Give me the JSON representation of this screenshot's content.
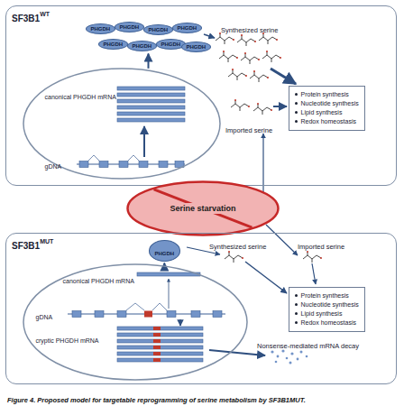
{
  "diagram": {
    "caption": "Figure 4. Proposed model for targetable reprogramming of serine metabolism by SF3B1MUT.",
    "nodes": [
      {
        "text": [
          "SF3B1",
          "WT"
        ]
      },
      {
        "text": [
          "PHGDH",
          "PHGDH",
          "PHGDH",
          "PHGDH",
          "PHGDH",
          "PHGDH",
          "PHGDH",
          "PHGDH"
        ],
        "in": 0
      },
      {
        "text": [
          "canonical PHGDH mRNA",
          "gDNA"
        ],
        "in": 0
      },
      {
        "text": [
          "Protein synthesis",
          "Nucleotide synthesis",
          "Lipid synthesis",
          "Redox homeostasis"
        ],
        "in": 0
      },
      {
        "text": [
          "Serine starvation"
        ]
      },
      {
        "text": [
          "SF3B1",
          "MUT"
        ]
      },
      {
        "text": [
          "PHGDH"
        ],
        "in": 5
      },
      {
        "text": [
          "canonical PHGDH mRNA",
          "gDNA",
          "cryptic PHGDH mRNA"
        ],
        "in": 5
      },
      {
        "text": [
          "Protein synthesis",
          "Nucleotide synthesis",
          "Lipid synthesis",
          "Redox homeostasis"
        ],
        "in": 5
      }
    ],
    "edges": [
      {
        "from": 2,
        "to": 1,
        "arrow": "to"
      },
      {
        "from": 7,
        "to": 6,
        "arrow": "to"
      }
    ],
    "labels": [
      "Synthesized serine",
      "Imported serine",
      "Synthesized serine",
      "Imported serine",
      "Nonsense-mediated mRNA decay"
    ]
  }
}
